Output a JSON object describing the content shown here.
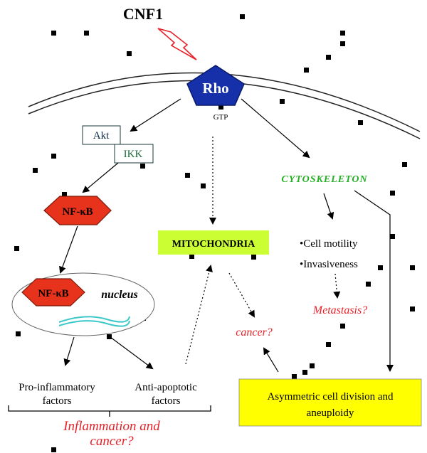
{
  "colors": {
    "rho_fill": "#1530a8",
    "nfkb_fill": "#e8331c",
    "mito_fill": "#ccff33",
    "asym_fill": "#ffff00",
    "cytoskeleton_text": "#22b022",
    "red_text": "#e8222a"
  },
  "diagram": {
    "cnf1_label": "CNF1",
    "rho_label": "Rho",
    "gtp_label": "GTP",
    "akt_label": "Akt",
    "ikk_label": "IKK",
    "nfkb_label": "NF-κB",
    "nfkb_nucleus_label": "NF-κB",
    "nucleus_label": "nucleus",
    "mitochondria_label": "MITOCHONDRIA",
    "cytoskeleton_label": "CYTOSKELETON",
    "cell_motility_label": "•Cell motility",
    "invasiveness_label": "•Invasiveness",
    "metastasis_label": "Metastasis?",
    "cancer_label": "cancer?",
    "pro_inflammatory_line1": "Pro-inflammatory",
    "pro_inflammatory_line2": "factors",
    "anti_apoptotic_line1": "Anti-apoptotic",
    "anti_apoptotic_line2": "factors",
    "asymmetric_line1": "Asymmetric cell division and",
    "asymmetric_line2": "aneuploidy",
    "inflammation_line1": "Inflammation and",
    "inflammation_line2": "cancer?"
  }
}
